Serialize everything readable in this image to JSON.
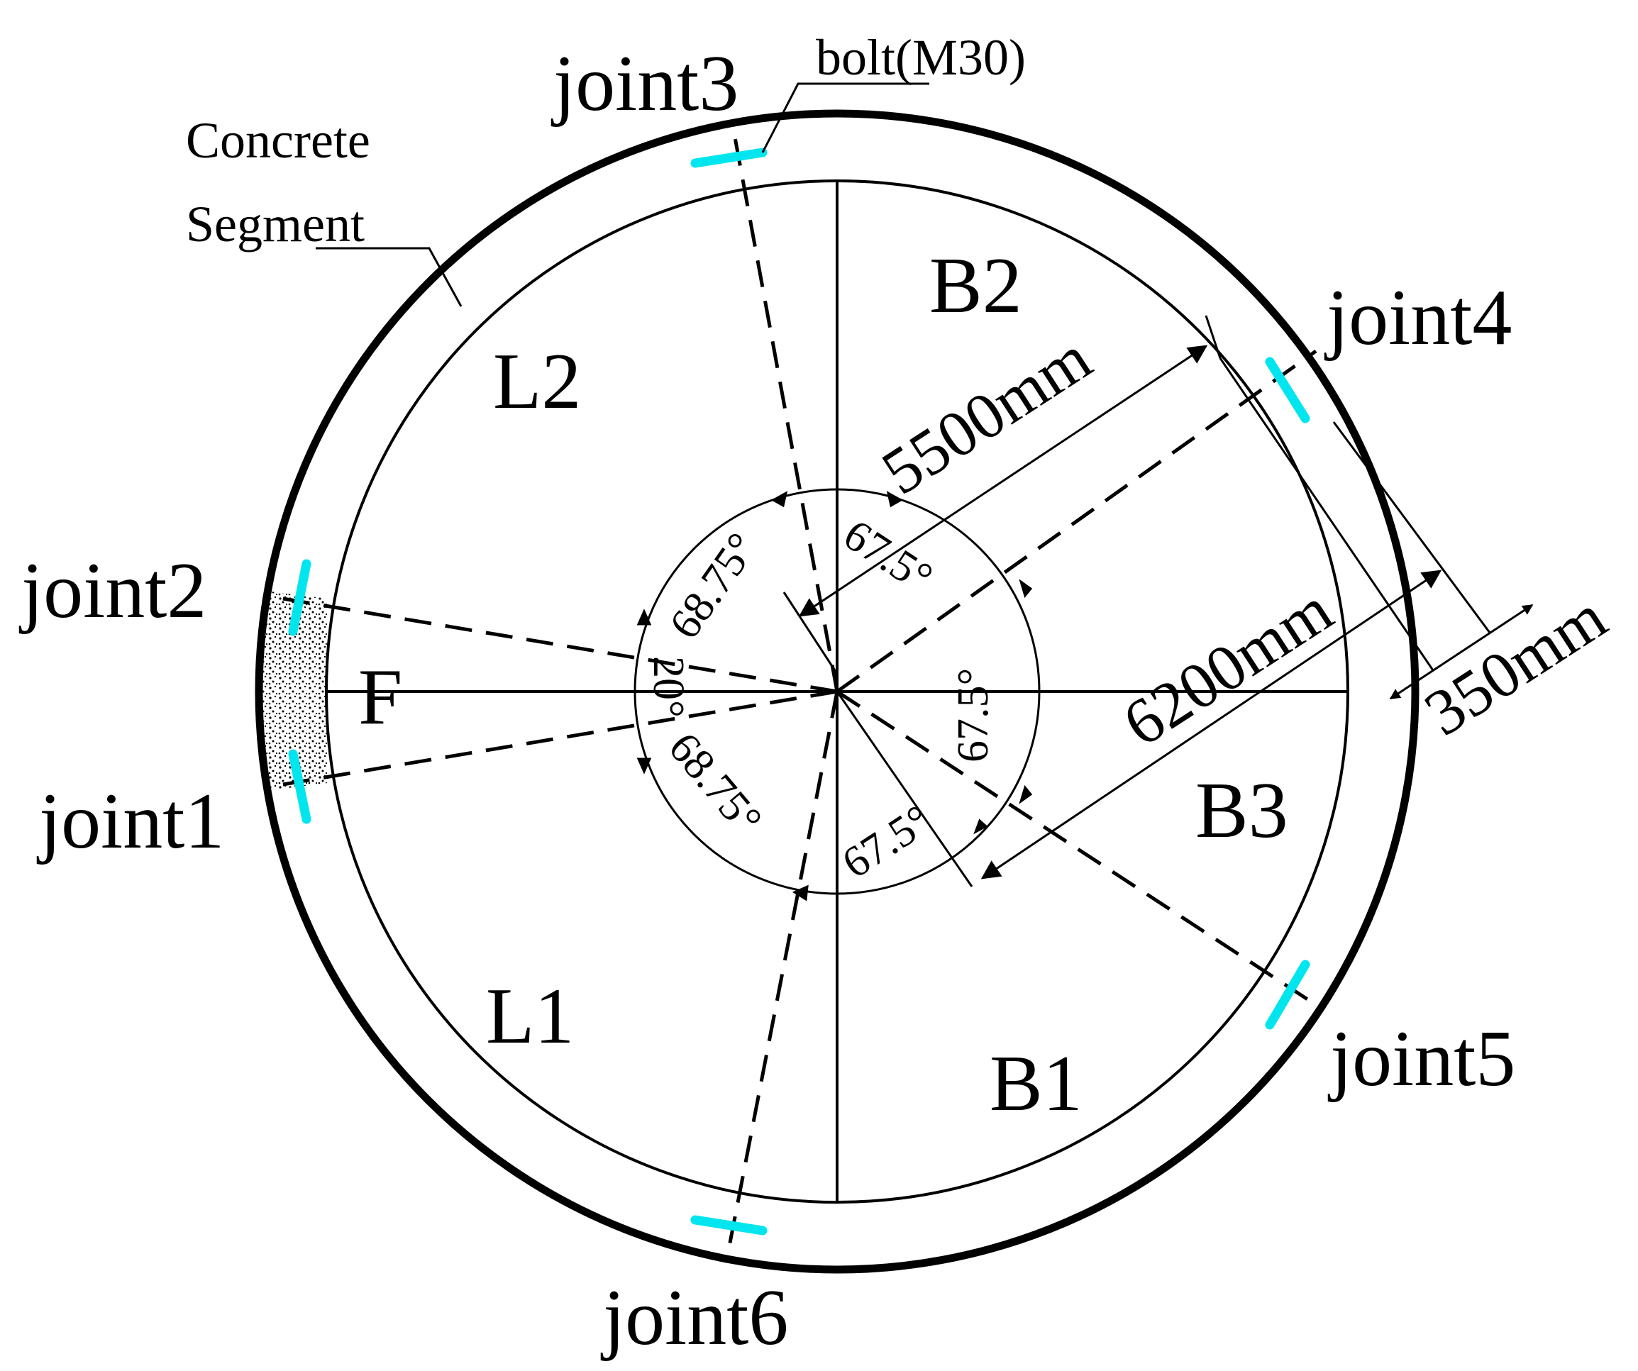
{
  "labels": {
    "concrete_line1": "Concrete",
    "concrete_line2": "Segment",
    "bolt": "bolt(M30)",
    "joint1": "joint1",
    "joint2": "joint2",
    "joint3": "joint3",
    "joint4": "joint4",
    "joint5": "joint5",
    "joint6": "joint6",
    "seg_b2": "B2",
    "seg_l2": "L2",
    "seg_f": "F",
    "seg_l1": "L1",
    "seg_b1": "B1",
    "seg_b3": "B3",
    "dim_inner_radius": "5500mm",
    "dim_outer_radius": "6200mm",
    "dim_thickness": "350mm",
    "angle_l2": "68.75°",
    "angle_l1": "68.75°",
    "angle_f": "20°",
    "angle_b2": "67.5°",
    "angle_b3": "67.5°",
    "angle_b1": "67.5°"
  },
  "colors": {
    "bolt": "#00e5ee",
    "line": "#000000",
    "fill_key": "#d9d9d9"
  }
}
